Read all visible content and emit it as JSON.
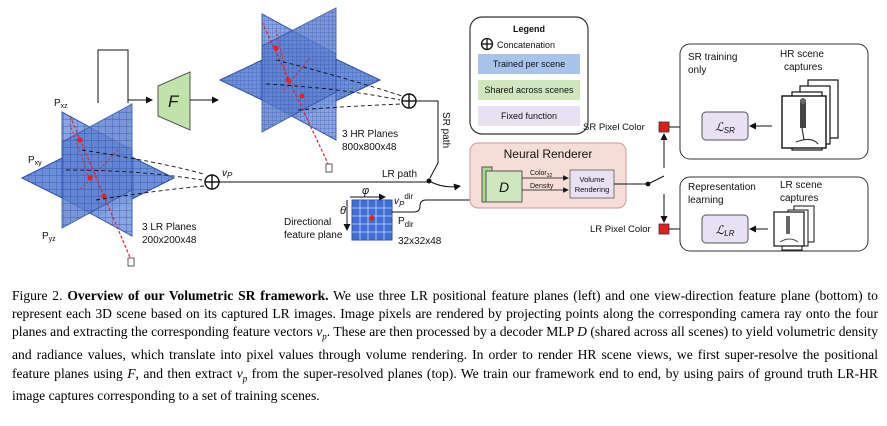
{
  "legend": {
    "title": "Legend",
    "concat": "Concatenation",
    "trained": "Trained per scene",
    "shared": "Shared across scenes",
    "fixed": "Fixed function"
  },
  "colors": {
    "plane": "#6d8fd9",
    "trained": "#a9c4ea",
    "shared": "#cfe6bf",
    "fixed": "#e8e0f3",
    "renderer": "#f6ddd7",
    "F": "#bfe3a8",
    "lr_square": "#e01e1e",
    "ray": "#e02424"
  },
  "diagram": {
    "F_label": "F",
    "pxz": "Pxz",
    "pxy": "Pxy",
    "pyz": "Pyz",
    "vp": "vp",
    "hr_planes_1": "3 HR Planes",
    "hr_planes_2": "800x800x48",
    "lr_planes_1": "3 LR Planes",
    "lr_planes_2": "200x200x48",
    "sr_path": "SR path",
    "lr_path": "LR path",
    "phi": "φ",
    "theta": "θ",
    "vp_dir": "vpdir",
    "p_dir": "Pdir",
    "dir_plane_1": "Directional",
    "dir_plane_2": "feature plane",
    "dir_dims": "32x32x48",
    "renderer_title": "Neural Renderer",
    "D_label": "D",
    "color_label": "Color32",
    "density_label": "Density",
    "volume_1": "Volume",
    "volume_2": "Rendering",
    "sr_pixel": "SR Pixel Color",
    "lr_pixel": "LR Pixel Color",
    "sr_training_1": "SR training",
    "sr_training_2": "only",
    "hr_captures_1": "HR scene",
    "hr_captures_2": "captures",
    "loss_sr": "LSR",
    "rep_learning_1": "Representation",
    "rep_learning_2": "learning",
    "lr_captures_1": "LR scene",
    "lr_captures_2": "captures",
    "loss_lr": "LLR"
  },
  "caption": {
    "fig_label": "Figure 2.",
    "title": "Overview of our Volumetric SR framework.",
    "p1": " We use three LR positional feature planes (left) and one view-direction feature plane (bottom) to represent each 3D scene based on its captured LR images. Image pixels are rendered by projecting points along the corresponding camera ray onto the four planes and extracting the corresponding feature vectors ",
    "vp": "vp",
    "p2": ". These are then processed by a decoder MLP ",
    "D": "D",
    "p3": " (shared across all scenes) to yield volumetric density and radiance values, which translate into pixel values through volume rendering. In order to render HR scene views, we first super-resolve the positional feature planes using ",
    "F": "F",
    "p4": ", and then extract ",
    "vp2": "vp",
    "p5": " from the super-resolved planes (top). We train our framework end to end, by using pairs of ground truth LR-HR image captures corresponding to a set of training scenes."
  }
}
